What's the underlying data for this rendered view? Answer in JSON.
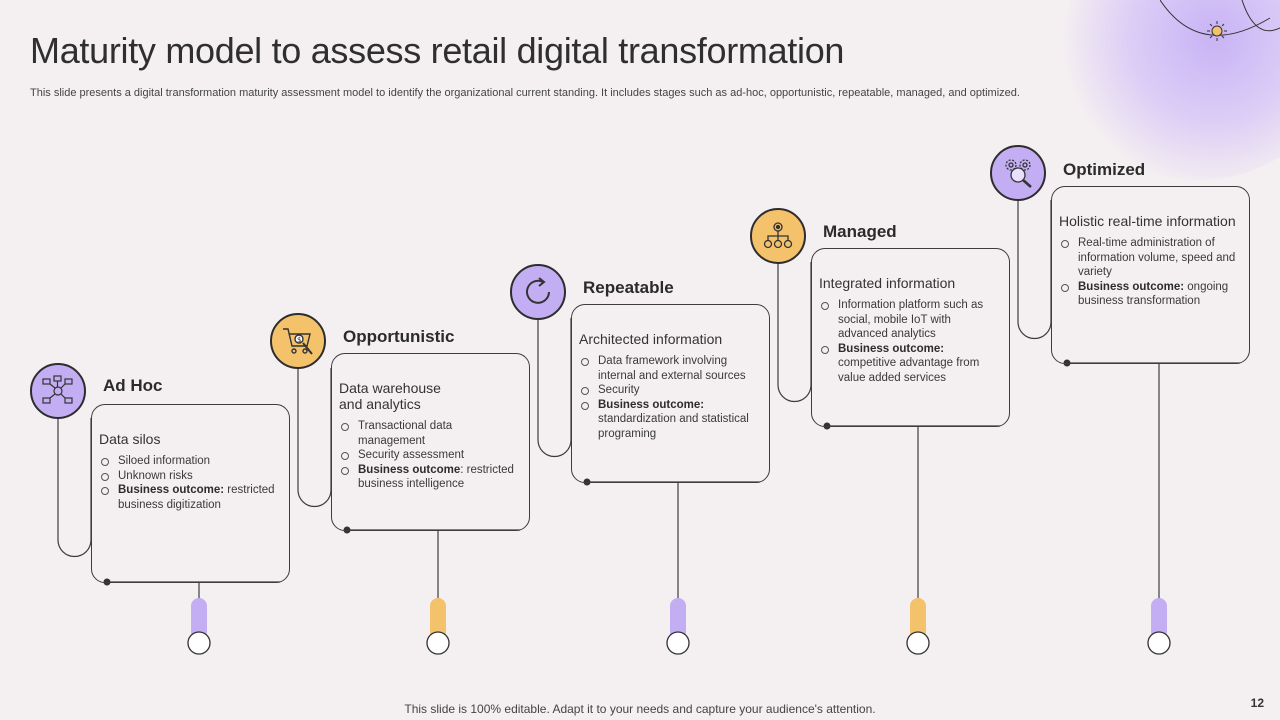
{
  "slide": {
    "title": "Maturity model to assess retail digital transformation",
    "subtitle": "This slide presents a digital transformation maturity assessment model to identify the organizational current standing. It includes stages such as ad-hoc, opportunistic, repeatable, managed, and optimized.",
    "footer": "This slide is 100% editable. Adapt it to your needs and capture your audience's attention.",
    "page_number": "12"
  },
  "colors": {
    "purple": "#c3adf3",
    "orange": "#f4c26b",
    "line": "#3d3d3d"
  },
  "stages": [
    {
      "title": "Ad Hoc",
      "icon": "network-icon",
      "color": "purple",
      "heading": "Data silos",
      "bullets": [
        {
          "text": "Siloed information"
        },
        {
          "text": "Unknown risks"
        },
        {
          "bold": "Business outcome:",
          "text": " restricted business digitization"
        }
      ]
    },
    {
      "title": "Opportunistic",
      "icon": "shopping-cart-icon",
      "color": "orange",
      "heading": "Data warehouse and analytics",
      "bullets": [
        {
          "text": "Transactional data management"
        },
        {
          "text": "Security assessment"
        },
        {
          "bold": "Business outcome",
          "text": ": restricted business intelligence"
        }
      ]
    },
    {
      "title": "Repeatable",
      "icon": "refresh-icon",
      "color": "purple",
      "heading": "Architected information",
      "bullets": [
        {
          "text": "Data framework involving internal and external sources"
        },
        {
          "text": "Security"
        },
        {
          "bold": "Business outcome:",
          "text": " standardization and statistical programing"
        }
      ]
    },
    {
      "title": "Managed",
      "icon": "hierarchy-gear-icon",
      "color": "orange",
      "heading": "Integrated information",
      "bullets": [
        {
          "text": "Information platform such as social, mobile IoT with advanced analytics"
        },
        {
          "bold": "Business outcome:",
          "text": " competitive advantage from value added services"
        }
      ]
    },
    {
      "title": "Optimized",
      "icon": "gears-search-icon",
      "color": "purple",
      "heading": "Holistic  real-time information",
      "bullets": [
        {
          "text": "Real-time administration of information volume, speed and variety"
        },
        {
          "bold": "Business outcome:",
          "text": " ongoing business transformation"
        }
      ]
    }
  ]
}
